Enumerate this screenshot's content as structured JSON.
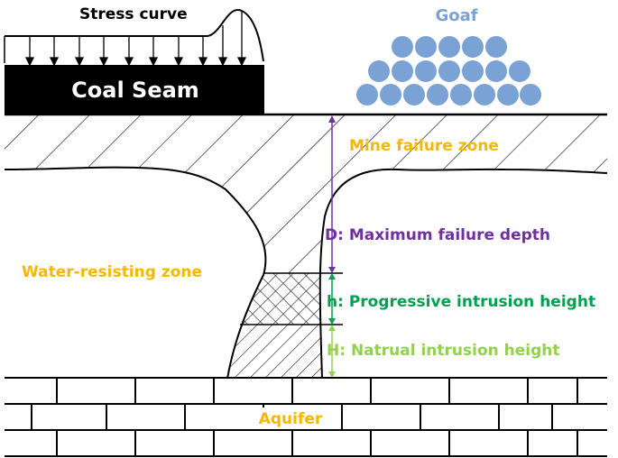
{
  "labels": {
    "stress_curve": "Stress curve",
    "coal_seam": "Coal Seam",
    "goaf": "Goaf",
    "mine_failure_zone": "Mine failure zone",
    "water_resisting_zone": "Water-resisting zone",
    "max_failure_depth": "D: Maximum failure depth",
    "progressive_intrusion": "h: Progressive intrusion height",
    "natural_intrusion": "H: Natrual intrusion height",
    "aquifer": "Aquifer"
  },
  "colors": {
    "orange_label": "#f5b800",
    "goaf": "#7aa2d4",
    "purple": "#7030a0",
    "green_dark": "#00a050",
    "green_light": "#92d050",
    "black": "#000000"
  }
}
